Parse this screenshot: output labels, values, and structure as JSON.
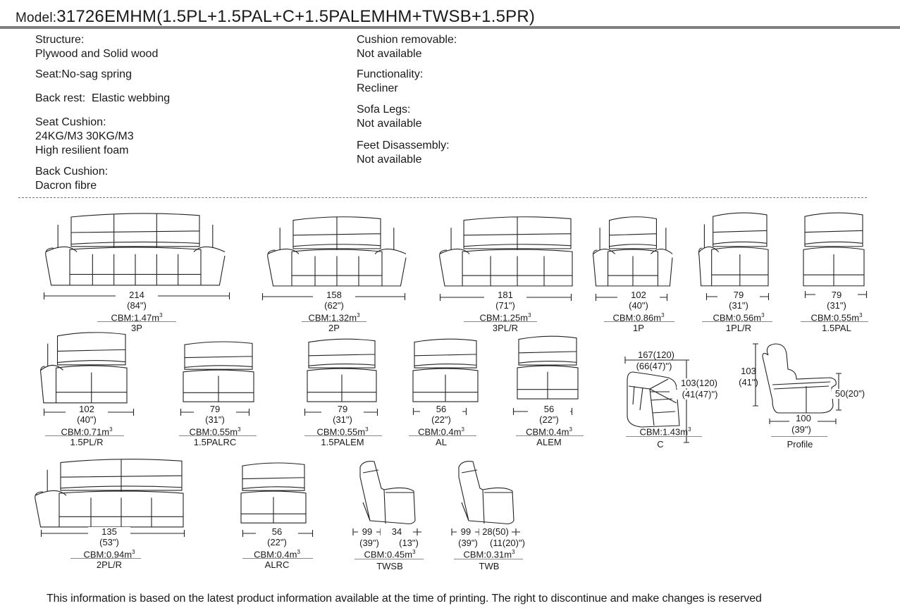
{
  "header": {
    "model_label": "Model:",
    "model_value": "31726EMHM(1.5PL+1.5PAL+C+1.5PALEMHM+TWSB+1.5PR)"
  },
  "specs_left": [
    {
      "label": "Structure:",
      "value": "Plywood and Solid wood"
    },
    {
      "label": "Seat:No-sag spring",
      "value": ""
    },
    {
      "label": "Back rest:  Elastic webbing",
      "value": ""
    },
    {
      "label": "Seat Cushion:",
      "value": "24KG/M3 30KG/M3",
      "value2": "High resilient foam"
    },
    {
      "label": "Back Cushion:",
      "value": "Dacron fibre"
    }
  ],
  "specs_right": [
    {
      "label": "Cushion removable:",
      "value": "Not available"
    },
    {
      "label": "Functionality:",
      "value": "Recliner"
    },
    {
      "label": "Sofa Legs:",
      "value": "Not available"
    },
    {
      "label": "Feet Disassembly:",
      "value": "Not available"
    }
  ],
  "items": [
    {
      "code": "3P",
      "width_cm": "214",
      "width_in": "(84\")",
      "cbm": "CBM:1.47m"
    },
    {
      "code": "2P",
      "width_cm": "158",
      "width_in": "(62\")",
      "cbm": "CBM:1.32m"
    },
    {
      "code": "3PL/R",
      "width_cm": "181",
      "width_in": "(71\")",
      "cbm": "CBM:1.25m"
    },
    {
      "code": "1P",
      "width_cm": "102",
      "width_in": "(40\")",
      "cbm": "CBM:0.86m"
    },
    {
      "code": "1PL/R",
      "width_cm": "79",
      "width_in": "(31\")",
      "cbm": "CBM:0.56m"
    },
    {
      "code": "1.5PAL",
      "width_cm": "79",
      "width_in": "(31\")",
      "cbm": "CBM:0.55m"
    },
    {
      "code": "1.5PL/R",
      "width_cm": "102",
      "width_in": "(40\")",
      "cbm": "CBM:0.71m"
    },
    {
      "code": "1.5PALRC",
      "width_cm": "79",
      "width_in": "(31\")",
      "cbm": "CBM:0.55m"
    },
    {
      "code": "1.5PALEM",
      "width_cm": "79",
      "width_in": "(31\")",
      "cbm": "CBM:0.55m"
    },
    {
      "code": "AL",
      "width_cm": "56",
      "width_in": "(22\")",
      "cbm": "CBM:0.4m"
    },
    {
      "code": "ALEM",
      "width_cm": "56",
      "width_in": "(22\")",
      "cbm": "CBM:0.4m"
    },
    {
      "code": "C",
      "width_cm": "167(120)",
      "width_in": "(66(47)\")",
      "depth_cm": "103(120)",
      "depth_in": "(41(47)\")",
      "cbm": "CBM:1.43m"
    },
    {
      "code": "Profile",
      "height_cm": "103",
      "height_in": "(41\")",
      "seat_h": "50(20\")",
      "width_cm": "100",
      "width_in": "(39\")"
    },
    {
      "code": "2PL/R",
      "width_cm": "135",
      "width_in": "(53\")",
      "cbm": "CBM:0.94m"
    },
    {
      "code": "ALRC",
      "width_cm": "56",
      "width_in": "(22\")",
      "cbm": "CBM:0.4m"
    },
    {
      "code": "TWSB",
      "w1_cm": "99",
      "w2_cm": "34",
      "w1_in": "(39\")",
      "w2_in": "(13\")",
      "cbm": "CBM:0.45m"
    },
    {
      "code": "TWB",
      "w1_cm": "99",
      "w2_cm": "28(50)",
      "w1_in": "(39\")",
      "w2_in": "(11(20)\")",
      "cbm": "CBM:0.31m"
    }
  ],
  "cube_sup": "3",
  "footer": "This information is based on the latest product information available at the time of printing. The right to discontinue and make changes is reserved"
}
